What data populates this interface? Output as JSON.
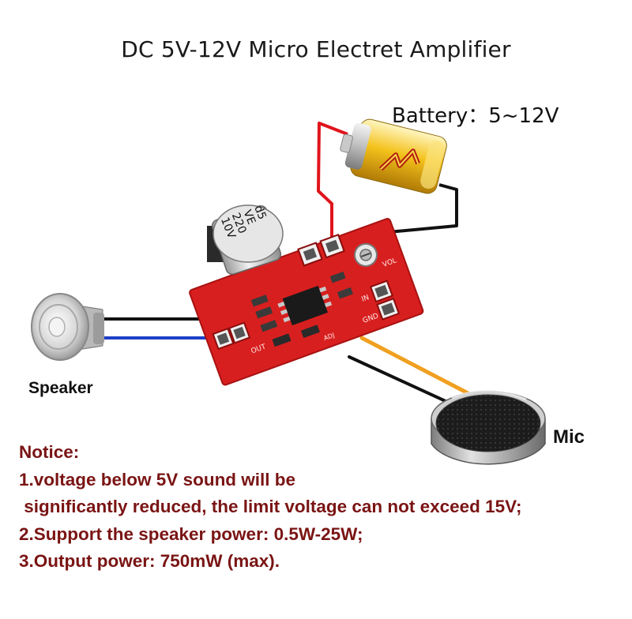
{
  "title": "DC 5V-12V Micro Electret Amplifier",
  "battery": {
    "label": "Battery：5~12V"
  },
  "speaker": {
    "label": "Speaker"
  },
  "mic": {
    "label": "Mic"
  },
  "capacitor": {
    "line1": "d5",
    "line2": "VE",
    "line3": "220",
    "line4": "10V"
  },
  "board": {
    "out_label": "OUT",
    "vol_label": "VOL",
    "in_label": "IN",
    "gnd_label": "GND",
    "adj_label": "ADJ"
  },
  "notice": {
    "heading": "Notice:",
    "line1": "1.voltage below 5V sound will be",
    "line2": " significantly reduced, the limit voltage can not exceed 15V;",
    "line3": "2.Support the speaker power: 0.5W-25W;",
    "line4": "3.Output power: 750mW (max)."
  },
  "colors": {
    "board": "#d81f1f",
    "wire_red": "#e0141b",
    "wire_black": "#111111",
    "wire_blue": "#1f3fc7",
    "wire_orange": "#f0a020",
    "notice_text": "#7a1414"
  }
}
